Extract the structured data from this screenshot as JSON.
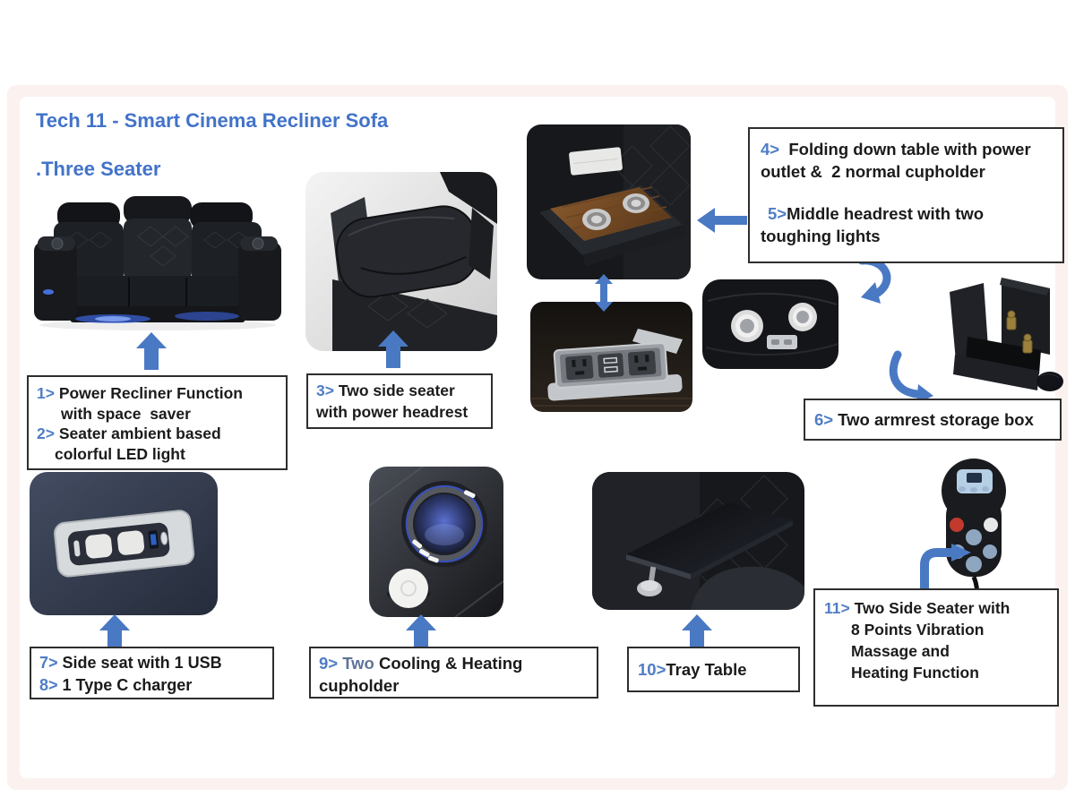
{
  "page": {
    "title": "Tech 11 - Smart Cinema Recliner Sofa",
    "subtitle": ".Three Seater"
  },
  "colors": {
    "title_blue": "#4273c8",
    "number_blue": "#4f7dc5",
    "arrow_blue": "#4a79c4",
    "led_blue": "#3f6cf0",
    "box_border": "#2e2e2e",
    "text_black": "#1b1b1b",
    "slide_pink": "#fbf1ef"
  },
  "icons": {
    "up_arrow": "block-up-arrow",
    "left_arrow": "block-left-arrow",
    "double_arrow": "double-headed-vertical-arrow",
    "curved_arrow_down_left": "curved-arrow-down-left",
    "curved_arrow_down_right": "curved-arrow-down-right",
    "elbow_arrow_up_right": "elbow-arrow-up-right"
  },
  "callouts": {
    "f12": {
      "n1": "1>",
      "t1": " Power Recliner Function",
      "t2": "with space  saver",
      "n2": "2>",
      "t3": " Seater ambient based",
      "t4": "colorful LED light"
    },
    "f3": {
      "n": "3>",
      "t1": " Two side seater",
      "t2": "with power headrest"
    },
    "f45": {
      "n1": "4>",
      "t1": "  Folding down table with power",
      "t2": "outlet &  2 normal cupholder",
      "n2": "5>",
      "t3": "Middle headrest with two",
      "t4": "toughing lights"
    },
    "f6": {
      "n": "6>",
      "t": " Two armrest storage box"
    },
    "f78": {
      "n1": "7>",
      "t1": " Side seat with 1 USB",
      "n2": "8>",
      "t2": " 1 Type C charger"
    },
    "f9": {
      "n": "9>",
      "hl": " Two ",
      "t1": "Cooling & Heating",
      "t2": "cupholder"
    },
    "f10": {
      "n": "10>",
      "t": "Tray Table"
    },
    "f11": {
      "n": "11>",
      "t1": " Two Side Seater with",
      "t2": "8 Points Vibration",
      "t3": "Massage and",
      "t4": "Heating Function"
    }
  }
}
